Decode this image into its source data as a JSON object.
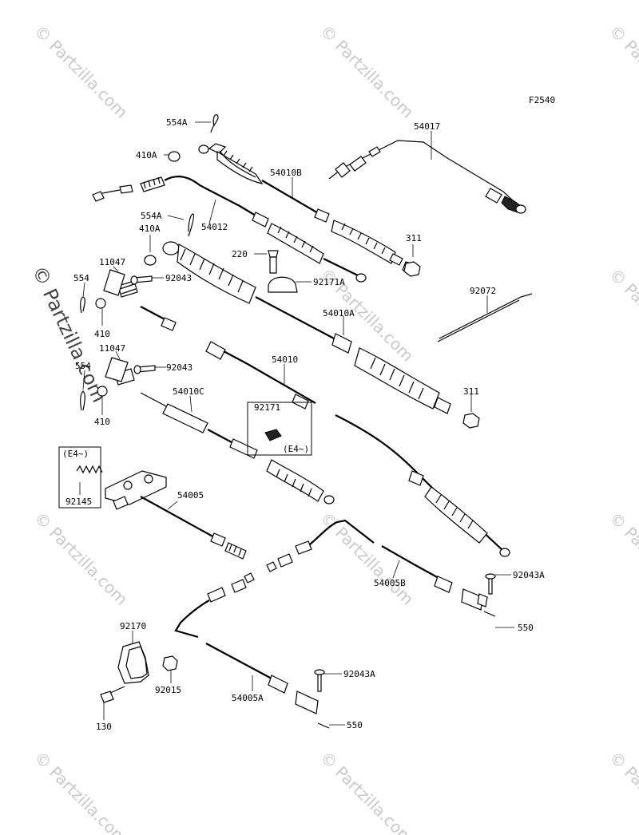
{
  "figure_code": "F2540",
  "watermark": {
    "tile_text": "© Partzilla.com",
    "main_text": "© Partzilla.com"
  },
  "parts": {
    "p554a_top": "554A",
    "p410a_top": "410A",
    "p54017": "54017",
    "p54010b": "54010B",
    "p54012": "54012",
    "p554a_mid": "554A",
    "p410a_mid": "410A",
    "p311_top": "311",
    "p220": "220",
    "p92171a": "92171A",
    "p11047_top": "11047",
    "p92043_top": "92043",
    "p554_top": "554",
    "p410_top": "410",
    "p92072": "92072",
    "p54010a": "54010A",
    "p54010": "54010",
    "p11047_mid": "11047",
    "p92043_mid": "92043",
    "p554_mid": "554",
    "p311_mid": "311",
    "p54010c": "54010C",
    "p92171": "92171",
    "p410_mid": "410",
    "note_e4_a": "(E4~)",
    "note_e4_b": "(E4~)",
    "p92145": "92145",
    "p54005": "54005",
    "p54005b": "54005B",
    "p92043a_right": "92043A",
    "p550_right": "550",
    "p92170": "92170",
    "p92015": "92015",
    "p130": "130",
    "p54005a": "54005A",
    "p92043a_bottom": "92043A",
    "p550_bottom": "550"
  }
}
